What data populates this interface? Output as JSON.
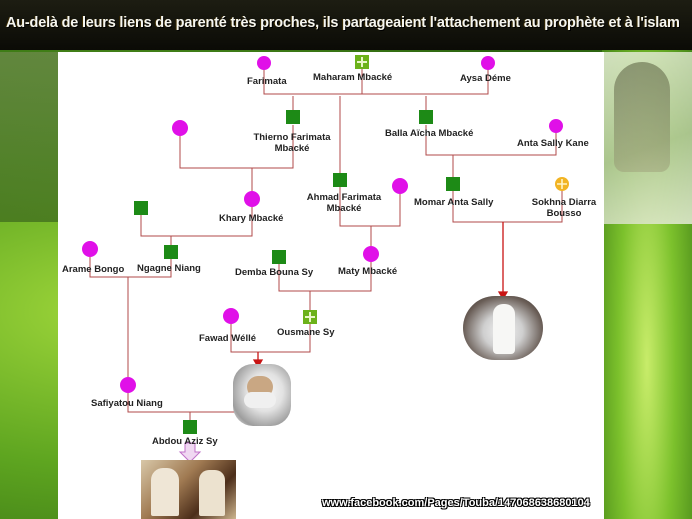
{
  "title": "Au-delà de leurs liens de parenté très proches, ils partageaient l'attachement au prophète et à l'islam",
  "footer": "www.facebook.com/Pages/Touba/147068638680104",
  "colors": {
    "female": "#e010e8",
    "male": "#1d8a16",
    "marked": "#7fbf1f",
    "arrow": "#c81414",
    "line": "#b04a4a"
  },
  "people": {
    "farimata": "Farimata",
    "maharam": "Maharam Mbacké",
    "aysa": "Aysa Déme",
    "thierno": "Thierno Farimata Mbacké",
    "balla": "Balla Aïcha Mbacké",
    "anta_sally_kane": "Anta Sally Kane",
    "ahmad": "Ahmad Farimata Mbacké",
    "momar": "Momar Anta Sally",
    "sokhna": "Sokhna Diarra Bousso",
    "khary": "Khary Mbacké",
    "arame": "Arame Bongo",
    "ngagne": "Ngagne Niang",
    "demba": "Demba Bouna Sy",
    "maty": "Maty Mbacké",
    "ousmane": "Ousmane Sy",
    "fawad": "Fawad Wéllé",
    "safiyatou": "Safiyatou Niang",
    "abdou": "Abdou Aziz Sy"
  },
  "icons": [
    "female-circle-icon",
    "male-square-icon",
    "marked-square-icon",
    "gold-circle-icon"
  ]
}
